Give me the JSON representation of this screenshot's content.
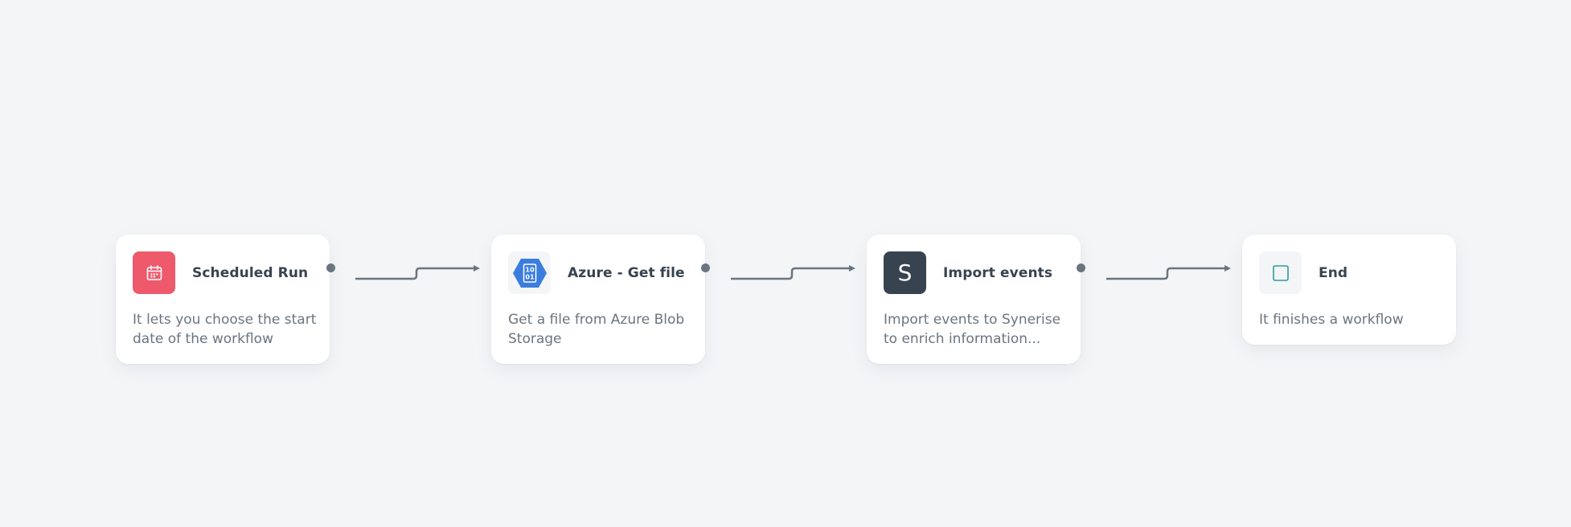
{
  "colors": {
    "background": "#f3f5f7",
    "card": "#ffffff",
    "title_text": "#384350",
    "desc_text": "#6a7580",
    "connector": "#6a7580",
    "scheduled_icon_bg": "#ee5a6b",
    "azure_icon_bg": "#f3f5f7",
    "azure_hexagon": "#3b7ddd",
    "synerise_icon_bg": "#384350",
    "end_icon_bg": "#f3f5f7",
    "end_icon_stroke": "#2a9d9a"
  },
  "nodes": [
    {
      "title": "Scheduled Run",
      "description": "It lets you choose the start date of the workflow",
      "icon": "calendar-icon"
    },
    {
      "title": "Azure - Get file",
      "description": "Get a file from Azure Blob Storage",
      "icon": "azure-blob-icon",
      "icon_text_top": "10",
      "icon_text_bottom": "01"
    },
    {
      "title": "Import events",
      "description": "Import events to Synerise to enrich information...",
      "icon": "synerise-icon",
      "icon_letter": "S"
    },
    {
      "title": "End",
      "description": "It finishes a workflow",
      "icon": "stop-square-icon"
    }
  ]
}
